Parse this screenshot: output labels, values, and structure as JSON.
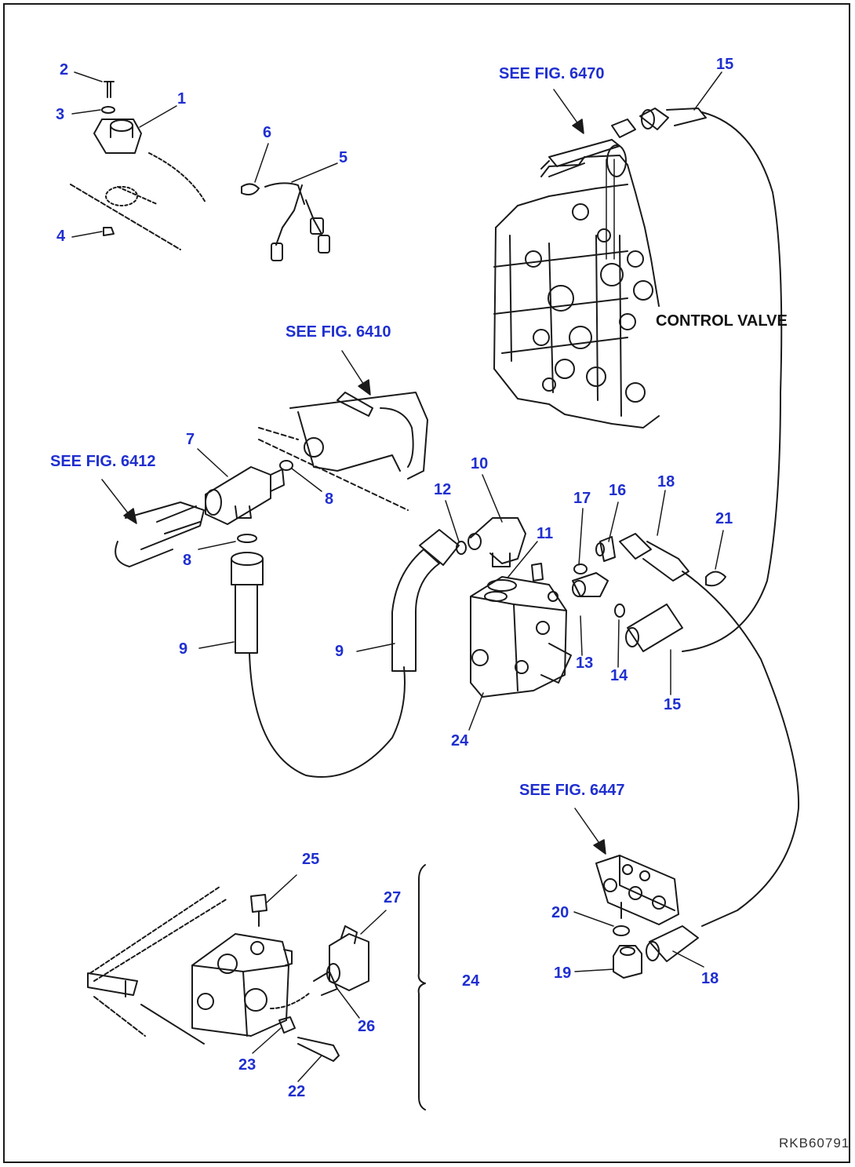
{
  "diagram": {
    "callouts": {
      "c1": "1",
      "c2": "2",
      "c3": "3",
      "c4": "4",
      "c5": "5",
      "c6": "6",
      "c7": "7",
      "c8a": "8",
      "c8b": "8",
      "c9a": "9",
      "c9b": "9",
      "c10": "10",
      "c11": "11",
      "c12": "12",
      "c13": "13",
      "c14": "14",
      "c15a": "15",
      "c15b": "15",
      "c16": "16",
      "c17": "17",
      "c18a": "18",
      "c18b": "18",
      "c19": "19",
      "c20": "20",
      "c21": "21",
      "c22": "22",
      "c23": "23",
      "c24a": "24",
      "c24b": "24",
      "c25": "25",
      "c26": "26",
      "c27": "27"
    },
    "references": {
      "fig6470": "SEE FIG. 6470",
      "fig6410": "SEE FIG. 6410",
      "fig6412": "SEE FIG. 6412",
      "fig6447": "SEE FIG. 6447"
    },
    "component_label": "CONTROL VALVE",
    "drawing_code": "RKB60791"
  },
  "colors": {
    "callout": "#1f2fd0",
    "linework": "#1a1a1a",
    "background": "#ffffff"
  }
}
